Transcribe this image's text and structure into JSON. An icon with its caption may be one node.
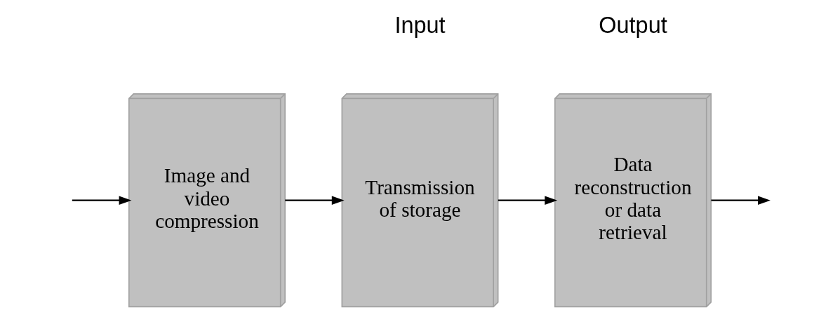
{
  "diagram": {
    "nodes": [
      {
        "text": [
          "Image and video compression"
        ]
      },
      {
        "text": [
          "Transmission of storage"
        ]
      },
      {
        "text": [
          "Data reconstruction or data retrieval"
        ]
      }
    ],
    "edges": [
      {
        "from": null,
        "to": 0,
        "arrow": "to"
      },
      {
        "from": 0,
        "to": 1,
        "arrow": "to"
      },
      {
        "from": 1,
        "to": 2,
        "arrow": "to"
      },
      {
        "from": 2,
        "to": null,
        "arrow": "to"
      }
    ],
    "labels": [
      "Input",
      "Output"
    ]
  }
}
